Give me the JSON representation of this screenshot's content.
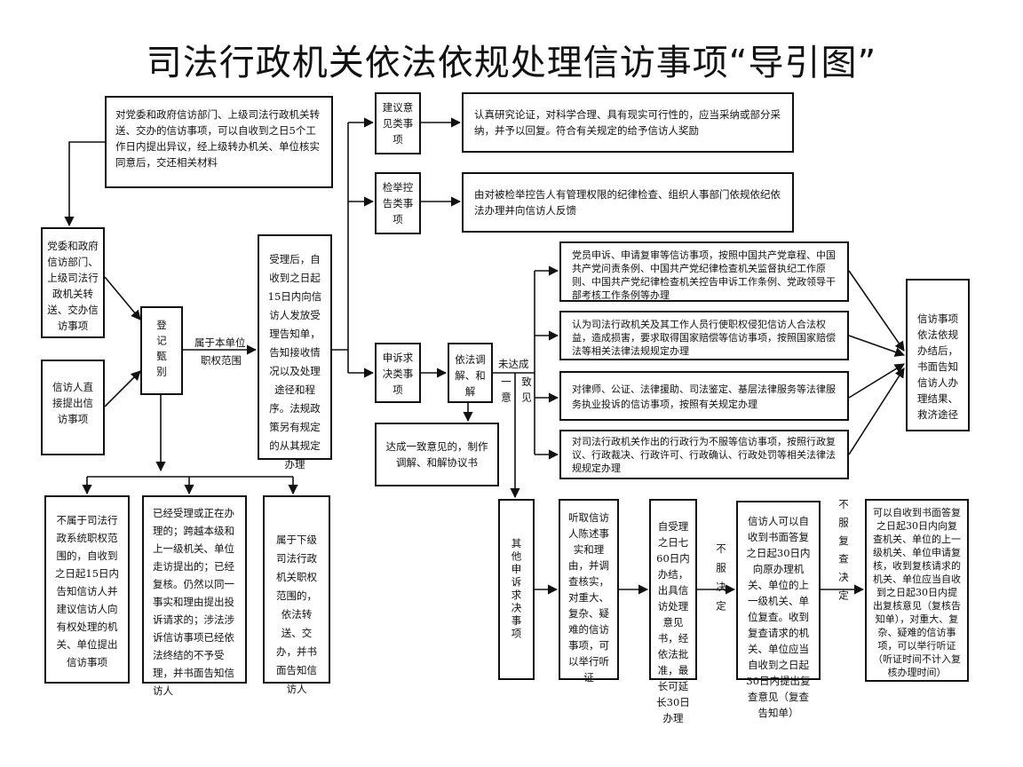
{
  "title": "司法行政机关依法依规处理信访事项“导引图”",
  "boxes": {
    "transfer_note": "对党委和政府信访部门、上级司法行政机关转送、交办的信访事项，可以自收到之日5个工作日内提出异议，经上级转办机关、单位核实同意后，交还相关材料",
    "source_party": "党委和政府信访部门、上级司法行政机关转送、交办信访事项",
    "source_person": "信访人直接提出信访事项",
    "register": "登记甄别",
    "accept": "受理后，自收到之日起15日内向信访人发放受理告知单，告知接收情况以及处理途径和程序。法规政策另有规定的从其规定办理",
    "suggest": "建议意见类事项",
    "suggest_result": "认真研究论证，对科学合理、具有现实可行性的，应当采纳或部分采纳，并予以回复。符合有关规定的给予信访人奖励",
    "report": "检举控告类事项",
    "report_result": "由对被检举控告人有管理权限的纪律检查、组织人事部门依规依纪依法办理并向信访人反馈",
    "appeal": "申诉求决类事项",
    "mediate": "依法调解、和解",
    "agreement": "达成一致意见的，制作调解、和解协议书",
    "party_member": "党员申诉、申请复审等信访事项，按照中国共产党章程、中国共产党问责条例、中国共产党纪律检查机关监督执纪工作原则、中国共产党纪律检查机关控告申诉工作条例、党政领导干部考核工作条例等办理",
    "compensation": "认为司法行政机关及其工作人员行使职权侵犯信访人合法权益，造成损害，要求取得国家赔偿等信访事项，按照国家赔偿法等相关法律法规规定办理",
    "lawyer": "对律师、公证、法律援助、司法鉴定、基层法律服务等法律服务执业投诉的信访事项，按照有关规定办理",
    "admin_action": "对司法行政机关作出的行政行为不服等信访事项，按照行政复议、行政裁决、行政许可、行政确认、行政处罚等相关法律法规规定办理",
    "conclude": "信访事项依法依规办结后，书面告知信访人办理结果、救济途径",
    "not_jurisdiction": "不属于司法行政系统职权范围的，自收到之日起15日内告知信访人并建议信访人向有权处理的机关、单位提出信访事项",
    "already_accepted": "已经受理或正在办理的；跨越本级和上一级机关、单位走访提出的；已经复核。仍然以同一事实和理由提出投诉请求的；涉法涉诉信访事项已经依法终结的不予受理，并书面告知信访人",
    "lower_level": "属于下级司法行政机关职权范围的，依法转送、交办，并书面告知信访人",
    "other_appeal": "其他申诉求决事项",
    "hearing": "听取信访人陈述事实和理由，并调查核实，对重大、复杂、疑难的信访事项，可以举行听证",
    "process_60": "自受理之日七60日内办结，出具信访处理意见书，经依法批准，最长可延长30日办理",
    "review": "信访人可以自收到书面答复之日起30日内向原办理机关、单位的上一级机关、单位复查。收到复查请求的机关、单位应当自收到之日起30日内提出复查意见（复查告知单）",
    "recheck": "可以自收到书面答复之日起30日内向复查机关、单位的上一级机关、单位申请复核，收到复核请求的机关、单位应当自收到之日起30日内提出复核意见（复核告知单），对重大、复杂、疑难的信访事项，可以举行听证（听证时间不计入复核办理时间）"
  },
  "labels": {
    "own_scope_1": "属于本单位",
    "own_scope_2": "职权范围",
    "not_agreed": "未达成",
    "agree_a": "一意",
    "agree_b": "致见",
    "dissatisfied_review": "不服决定",
    "dissatisfied_recheck": "不服复查决定"
  }
}
